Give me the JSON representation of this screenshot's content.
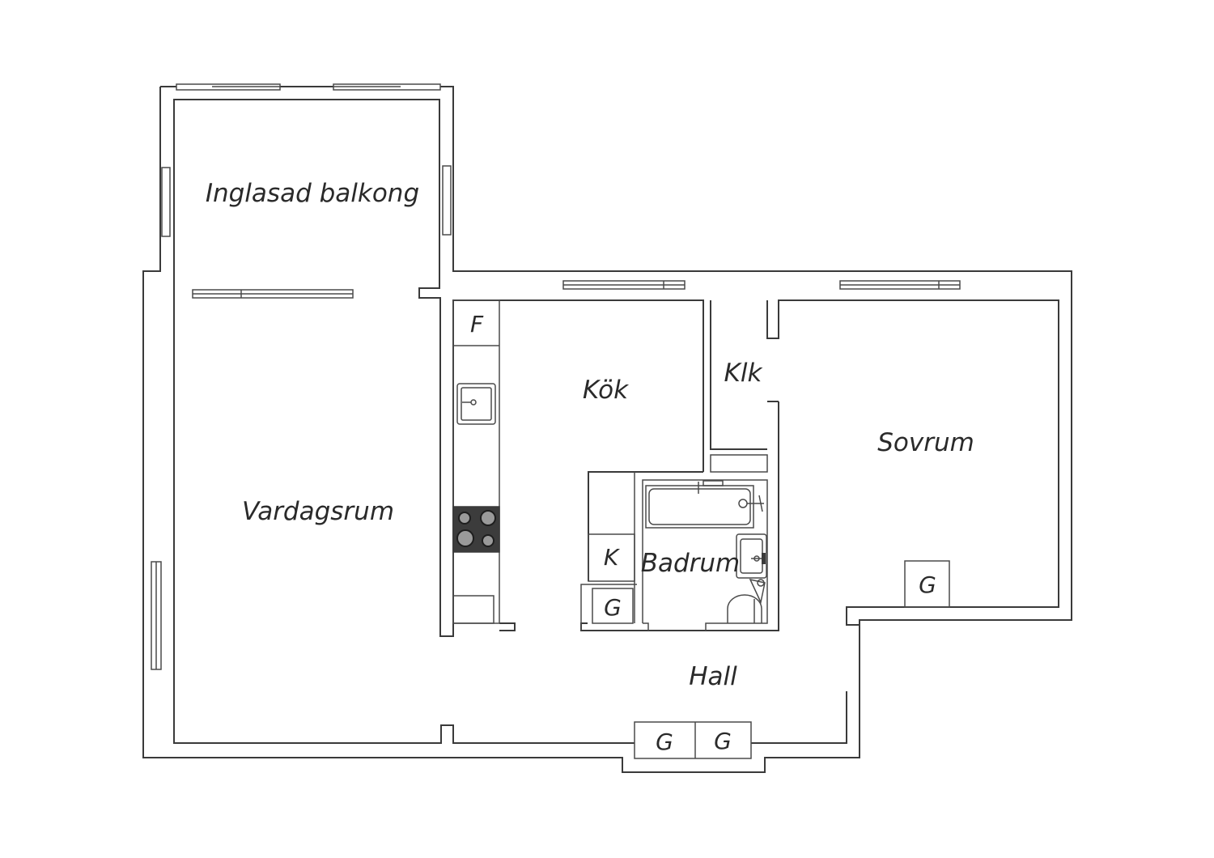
{
  "rooms": {
    "balcony": "Inglasad balkong",
    "living": "Vardagsrum",
    "kitchen": "Kök",
    "closet": "Klk",
    "bedroom": "Sovrum",
    "bathroom": "Badrum",
    "hall": "Hall"
  },
  "units": {
    "fridge": "F",
    "storage": "K",
    "wardrobe_bath": "G",
    "wardrobe_bedroom": "G",
    "wardrobe_hall_left": "G",
    "wardrobe_hall_right": "G"
  },
  "colors": {
    "wall": "#3a3a3a",
    "background": "#ffffff",
    "stovetop": "#3c3c3c"
  }
}
